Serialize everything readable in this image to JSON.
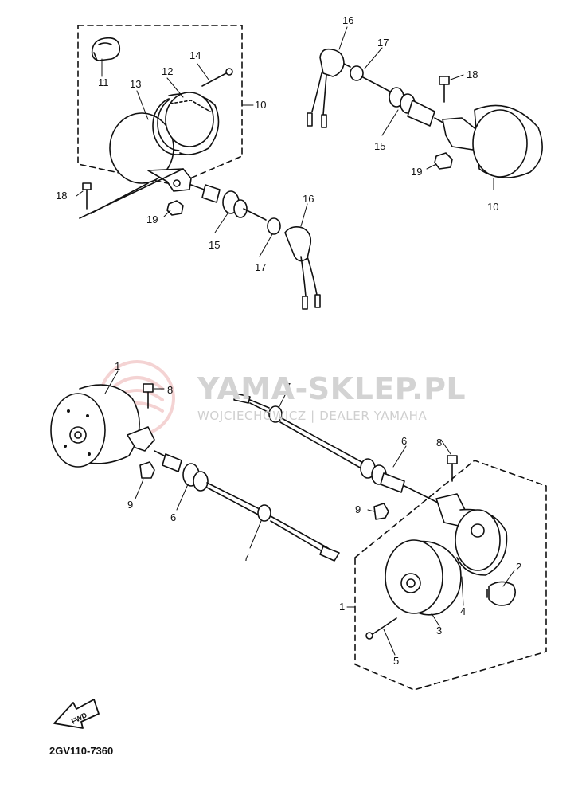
{
  "watermark": {
    "title": "YAMA-SKLEP.PL",
    "subtitle": "WOJCIECHOWICZ | DEALER YAMAHA",
    "logo_color": "#e8a0a0"
  },
  "footer": {
    "code": "2GV110-7360"
  },
  "fwd_label": "FWD",
  "callouts": {
    "c1a": "1",
    "c1b": "1",
    "c2": "2",
    "c3": "3",
    "c4": "4",
    "c5": "5",
    "c6a": "6",
    "c6b": "6",
    "c7a": "7",
    "c7b": "7",
    "c8a": "8",
    "c8b": "8",
    "c9a": "9",
    "c9b": "9",
    "c10a": "10",
    "c10b": "10",
    "c11": "11",
    "c12": "12",
    "c13": "13",
    "c14": "14",
    "c15a": "15",
    "c15b": "15",
    "c16a": "16",
    "c16b": "16",
    "c17a": "17",
    "c17b": "17",
    "c18a": "18",
    "c18b": "18",
    "c19a": "19",
    "c19b": "19"
  }
}
